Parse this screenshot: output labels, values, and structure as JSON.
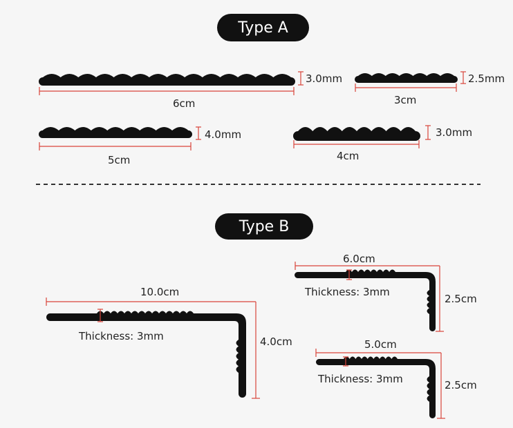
{
  "sections": {
    "type_a": {
      "title": "Type A"
    },
    "type_b": {
      "title": "Type B"
    }
  },
  "type_a_strips": [
    {
      "length": "6cm",
      "thickness": "3.0mm"
    },
    {
      "length": "3cm",
      "thickness": "2.5mm"
    },
    {
      "length": "5cm",
      "thickness": "4.0mm"
    },
    {
      "length": "4cm",
      "thickness": "3.0mm"
    }
  ],
  "type_b_profiles": [
    {
      "width": "10.0cm",
      "height": "4.0cm",
      "thickness": "Thickness: 3mm"
    },
    {
      "width": "6.0cm",
      "height": "2.5cm",
      "thickness": "Thickness: 3mm"
    },
    {
      "width": "5.0cm",
      "height": "2.5cm",
      "thickness": "Thickness: 3mm"
    }
  ],
  "colors": {
    "profile": "#111111",
    "dimension": "#d9443a",
    "background": "#f6f6f6"
  }
}
